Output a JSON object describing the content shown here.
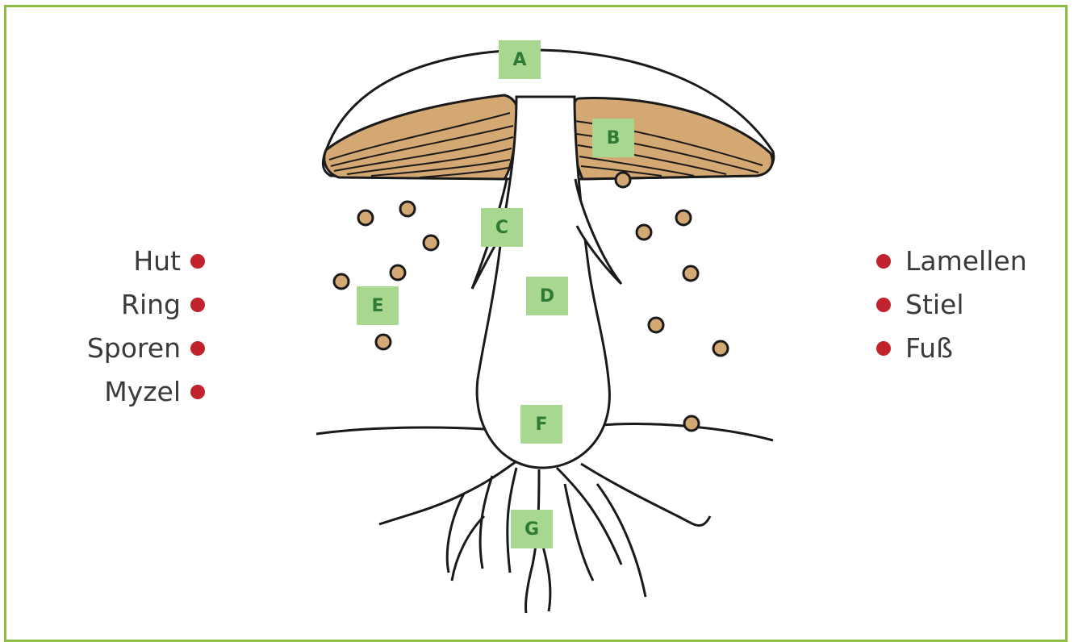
{
  "colors": {
    "frame": "#8cbf3f",
    "gill_fill": "#d4a872",
    "spore_fill": "#d4a872",
    "tag_fill": "#a8d88f",
    "tag_text": "#2f7a36",
    "marker": "#c0232c",
    "outline": "#1a1a1a"
  },
  "terms_left": [
    {
      "label": "Hut"
    },
    {
      "label": "Ring"
    },
    {
      "label": "Sporen"
    },
    {
      "label": "Myzel"
    }
  ],
  "terms_right": [
    {
      "label": "Lamellen"
    },
    {
      "label": "Stiel"
    },
    {
      "label": "Fuß"
    }
  ],
  "tags": {
    "a": "A",
    "b": "B",
    "c": "C",
    "d": "D",
    "e": "E",
    "f": "F",
    "g": "G"
  }
}
